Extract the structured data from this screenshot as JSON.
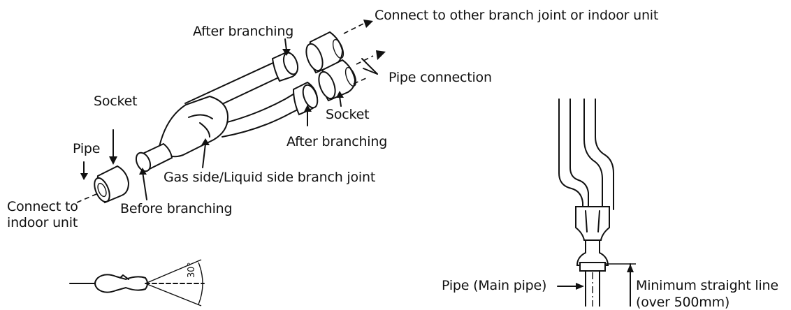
{
  "labels": {
    "connect_other": "Connect to other branch joint or indoor unit",
    "after_branching_top": "After branching",
    "pipe_connection": "Pipe connection",
    "socket_left": "Socket",
    "socket_right": "Socket",
    "after_branching_bottom": "After branching",
    "pipe": "Pipe",
    "gas_liquid": "Gas side/Liquid side branch joint",
    "connect_indoor_1": "Connect to",
    "connect_indoor_2": "indoor unit",
    "before_branching": "Before branching",
    "angle": "30°",
    "main_pipe": "Pipe (Main pipe)",
    "min_straight": "Minimum straight line",
    "over_500": "(over 500mm)"
  },
  "colors": {
    "ink": "#111111",
    "background": "#ffffff"
  }
}
